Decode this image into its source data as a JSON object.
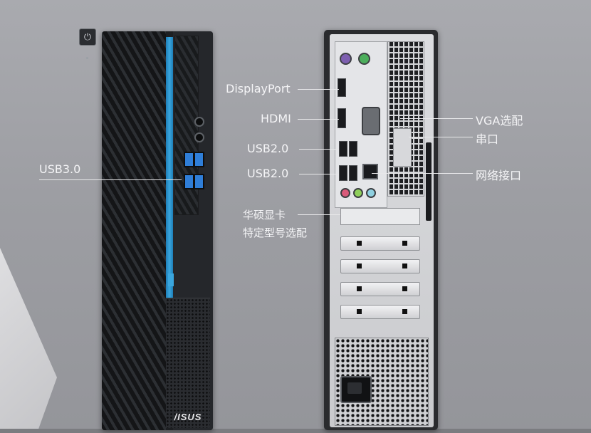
{
  "product": {
    "front_logo": "/ISUS"
  },
  "front_callouts": {
    "usb30": "USB3.0"
  },
  "rear_callouts": {
    "displayport": "DisplayPort",
    "hdmi": "HDMI",
    "usb20_upper": "USB2.0",
    "usb20_lower": "USB2.0",
    "gpu_line1": "华硕显卡",
    "gpu_line2": "特定型号选配",
    "vga": "VGA选配",
    "serial": "串口",
    "ethernet": "网络接口"
  },
  "colors": {
    "background": "#a3a4a9",
    "accent_blue": "#3aa6de",
    "label_text": "#f4f4f6"
  },
  "icons": {
    "power": "power-icon"
  }
}
